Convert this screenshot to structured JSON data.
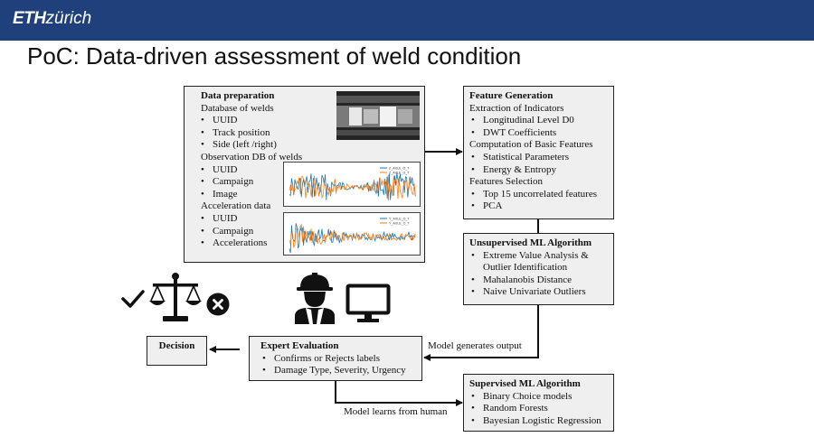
{
  "header": {
    "logo_bold": "ETH",
    "logo_rest": "zürich"
  },
  "title": "PoC: Data-driven assessment of weld condition",
  "data_preparation": {
    "heading": "Data preparation",
    "lines": [
      {
        "text": "Database of welds",
        "bullet": false
      },
      {
        "text": "UUID",
        "bullet": true
      },
      {
        "text": "Track position",
        "bullet": true
      },
      {
        "text": "Side (left /right)",
        "bullet": true
      },
      {
        "text": "Observation DB of welds",
        "bullet": false
      },
      {
        "text": "UUID",
        "bullet": true
      },
      {
        "text": "Campaign",
        "bullet": true
      },
      {
        "text": "Image",
        "bullet": true
      },
      {
        "text": "Acceleration data",
        "bullet": false
      },
      {
        "text": "UUID",
        "bullet": true
      },
      {
        "text": "Campaign",
        "bullet": true
      },
      {
        "text": "Accelerations",
        "bullet": true
      }
    ],
    "plot1_legend": [
      "Z_AXLE_O_T",
      "Z_AXLE_O_T"
    ],
    "plot2_legend": [
      "Y_AXLE_O_T",
      "Y_AXLE_O_T"
    ]
  },
  "feature_generation": {
    "heading": "Feature Generation",
    "lines": [
      {
        "text": "Extraction of Indicators",
        "bullet": false
      },
      {
        "text": "Longitudinal Level D0",
        "bullet": true
      },
      {
        "text": "DWT Coefficients",
        "bullet": true
      },
      {
        "text": "Computation of Basic Features",
        "bullet": false
      },
      {
        "text": "Statistical Parameters",
        "bullet": true
      },
      {
        "text": "Energy & Entropy",
        "bullet": true
      },
      {
        "text": "Features Selection",
        "bullet": false
      },
      {
        "text": "Top 15 uncorrelated features",
        "bullet": true
      },
      {
        "text": "PCA",
        "bullet": true
      }
    ]
  },
  "unsupervised": {
    "heading": "Unsupervised ML Algorithm",
    "lines": [
      {
        "text": "Extreme Value Analysis &",
        "bullet": true
      },
      {
        "text": "Outlier Identification",
        "bullet": false,
        "indent": true
      },
      {
        "text": "Mahalanobis Distance",
        "bullet": true
      },
      {
        "text": "Naive Univariate Outliers",
        "bullet": true
      }
    ]
  },
  "supervised": {
    "heading": "Supervised ML Algorithm",
    "lines": [
      {
        "text": "Binary Choice models",
        "bullet": true
      },
      {
        "text": "Random Forests",
        "bullet": true
      },
      {
        "text": "Bayesian Logistic Regression",
        "bullet": true
      }
    ]
  },
  "expert": {
    "heading": "Expert Evaluation",
    "lines": [
      {
        "text": "Confirms or Rejects labels",
        "bullet": true
      },
      {
        "text": "Damage Type, Severity, Urgency",
        "bullet": true
      }
    ]
  },
  "decision": {
    "heading": "Decision"
  },
  "labels": {
    "model_output": "Model generates output",
    "model_learns": "Model learns from human"
  },
  "icons": [
    "checkmark-icon",
    "scales-icon",
    "cross-circle-icon",
    "worker-icon",
    "monitor-icon"
  ],
  "colors": {
    "header_bg": "#1f407a",
    "box_bg": "#efefef",
    "series_blue": "#1f77b4",
    "series_orange": "#ff7f0e"
  }
}
